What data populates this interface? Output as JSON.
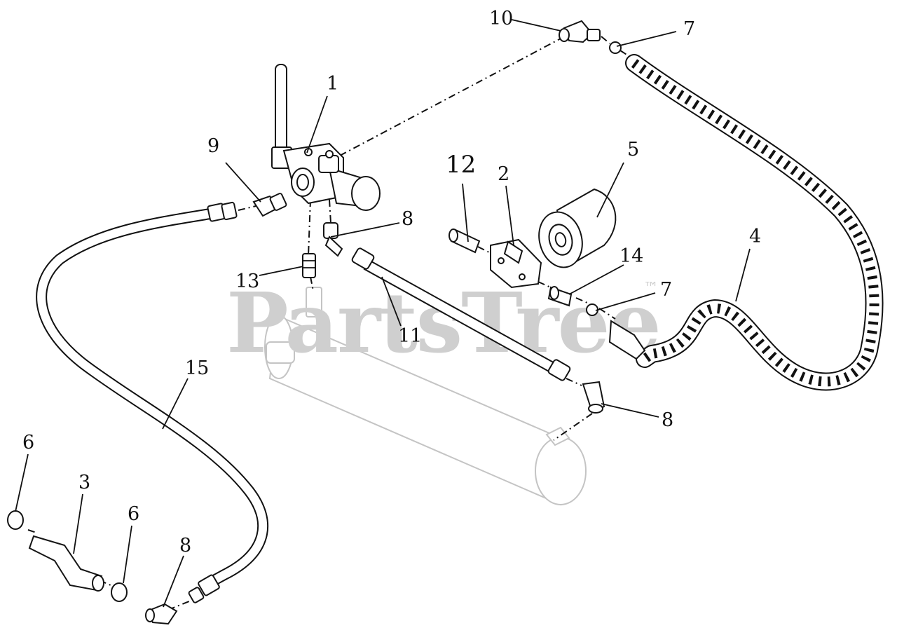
{
  "watermark": {
    "text": "PartsTree",
    "trademark": "™"
  },
  "callouts": [
    {
      "id": "c1",
      "label": "1"
    },
    {
      "id": "c2",
      "label": "2"
    },
    {
      "id": "c3",
      "label": "3"
    },
    {
      "id": "c4",
      "label": "4"
    },
    {
      "id": "c5",
      "label": "5"
    },
    {
      "id": "c6a",
      "label": "6"
    },
    {
      "id": "c6b",
      "label": "6"
    },
    {
      "id": "c7a",
      "label": "7"
    },
    {
      "id": "c7b",
      "label": "7"
    },
    {
      "id": "c8a",
      "label": "8"
    },
    {
      "id": "c8b",
      "label": "8"
    },
    {
      "id": "c8c",
      "label": "8"
    },
    {
      "id": "c9",
      "label": "9"
    },
    {
      "id": "c10",
      "label": "10"
    },
    {
      "id": "c11",
      "label": "11"
    },
    {
      "id": "c12",
      "label": "12"
    },
    {
      "id": "c13",
      "label": "13"
    },
    {
      "id": "c14",
      "label": "14"
    },
    {
      "id": "c15",
      "label": "15"
    }
  ]
}
